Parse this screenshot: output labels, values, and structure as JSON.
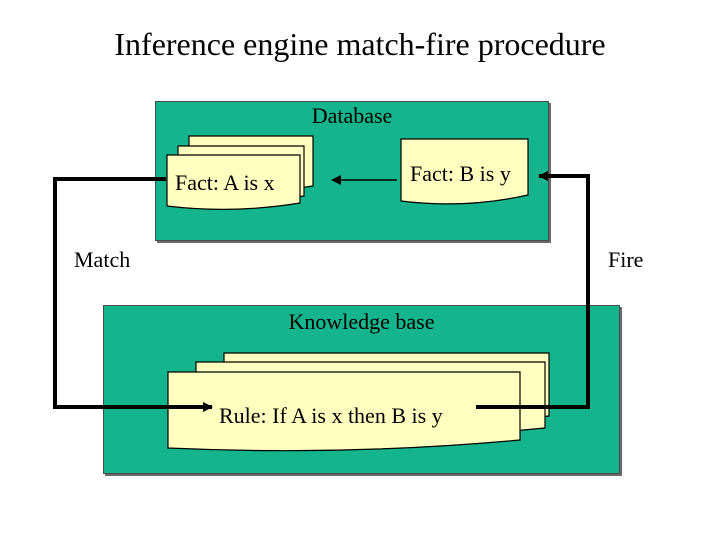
{
  "title": "Inference engine match-fire procedure",
  "database": {
    "label": "Database",
    "fact_a": "Fact: A is x",
    "fact_b": "Fact: B is y"
  },
  "knowledge_base": {
    "label": "Knowledge base",
    "rule": "Rule: If A is x then B is y"
  },
  "cycle": {
    "match_label": "Match",
    "fire_label": "Fire"
  },
  "colors": {
    "panel": "#14b48c",
    "card": "#ffffc0",
    "arrow": "#000000"
  }
}
